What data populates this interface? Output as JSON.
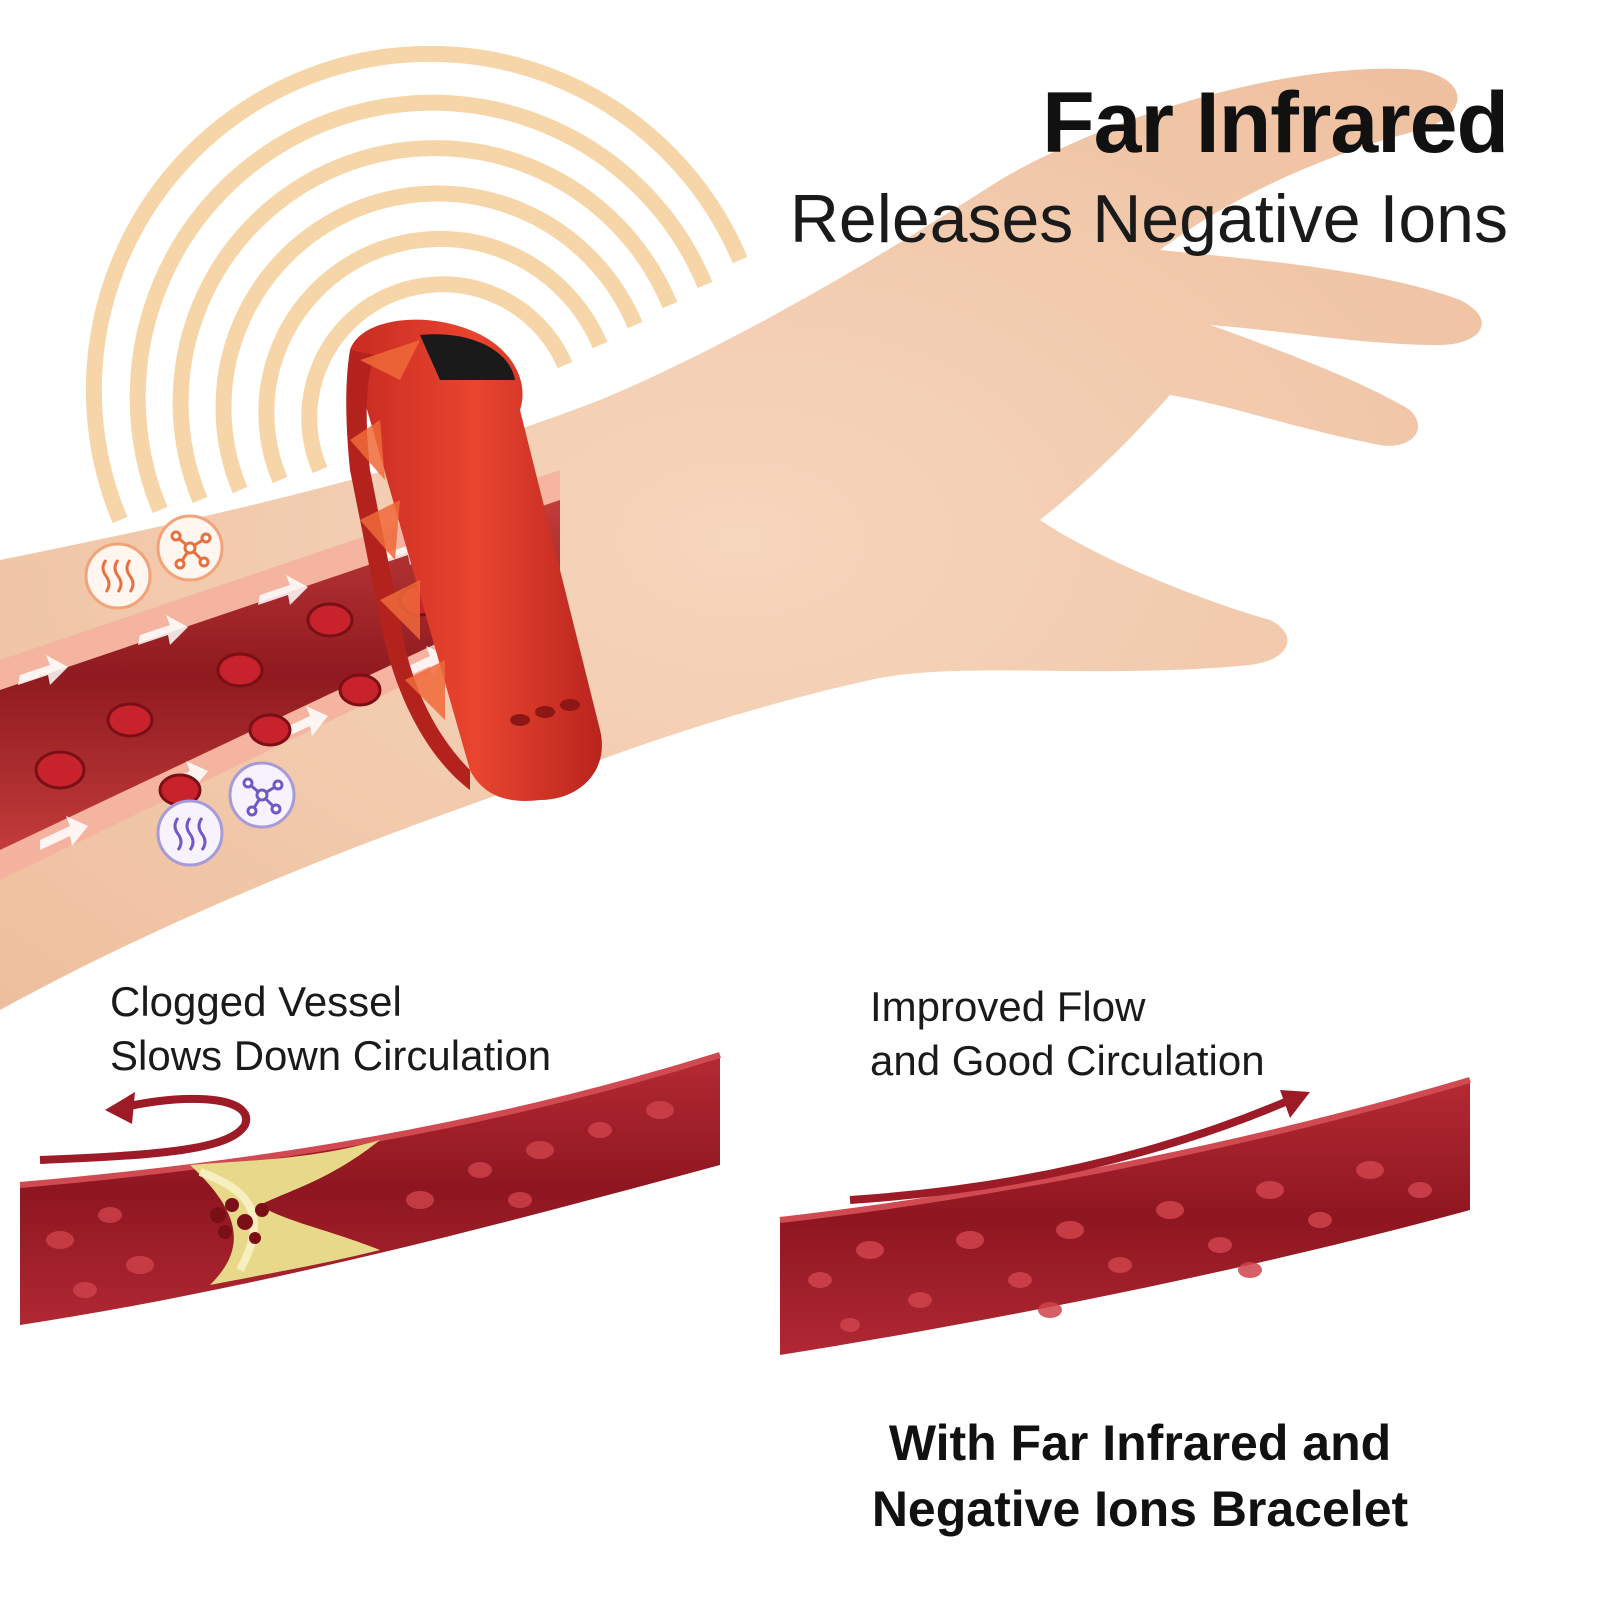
{
  "headline": {
    "title": "Far Infrared",
    "subtitle": "Releases Negative Ions"
  },
  "left_panel": {
    "line1": "Clogged Vessel",
    "line2": "Slows Down Circulation"
  },
  "right_panel": {
    "line1": "Improved Flow",
    "line2": "and Good Circulation"
  },
  "footer": {
    "line1": "With Far Infrared and",
    "line2": "Negative Ions Bracelet"
  },
  "icons": [
    "heat-waves-icon",
    "molecule-icon"
  ],
  "colors": {
    "bracelet": "#d63a2c",
    "vessel": "#9c1b26",
    "plaque": "#e8d98a",
    "skin": "#f3cdb0",
    "waves": "#f4c98b"
  }
}
